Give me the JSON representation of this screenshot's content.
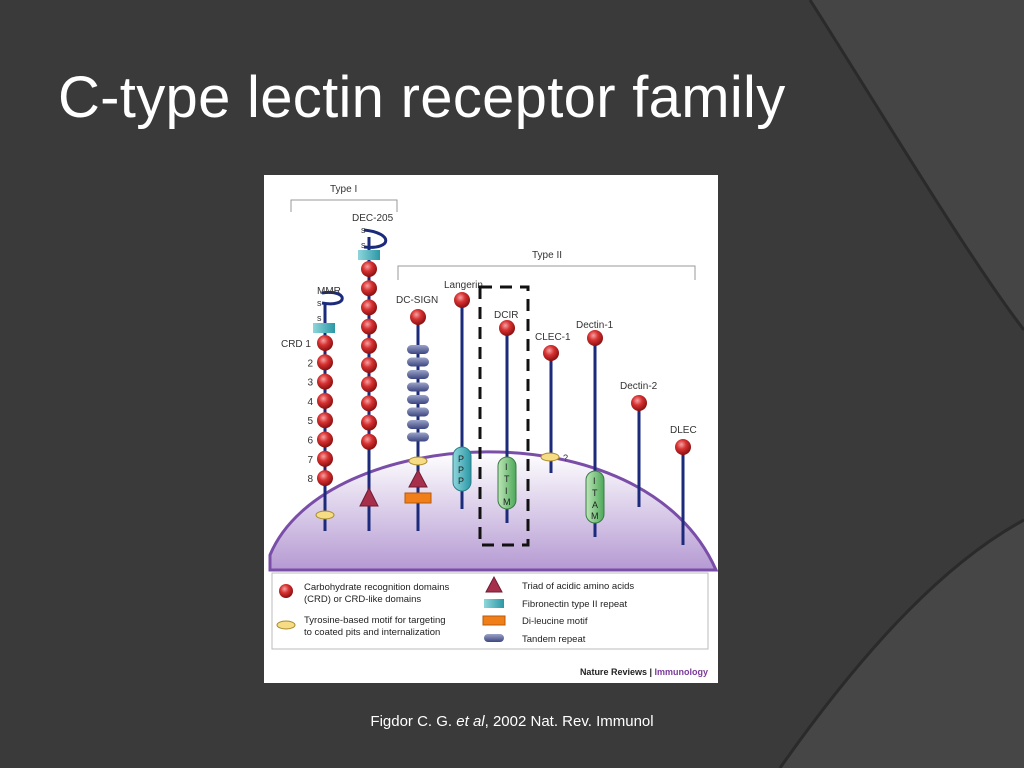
{
  "slide": {
    "title": "C-type lectin receptor family",
    "caption": {
      "author": "Figdor C. G. ",
      "etal": "et al",
      "rest": ", 2002 Nat. Rev. Immunol"
    }
  },
  "figure": {
    "group_labels": {
      "type1": "Type I",
      "type2": "Type II"
    },
    "receptors": {
      "dec205": "DEC-205",
      "mmr": "MMR",
      "dcsign": "DC-SIGN",
      "langerin": "Langerin",
      "dcir": "DCIR",
      "clec1": "CLEC-1",
      "dectin1": "Dectin-1",
      "dectin2": "Dectin-2",
      "dlec": "DLEC"
    },
    "crd_labels": [
      "CRD 1",
      "2",
      "3",
      "4",
      "5",
      "6",
      "7",
      "8"
    ],
    "ss": "s",
    "motifs": {
      "ppp": [
        "P",
        "P",
        "P"
      ],
      "itim": [
        "I",
        "T",
        "I",
        "M"
      ],
      "itam": [
        "I",
        "T",
        "A",
        "M"
      ],
      "question": "?"
    },
    "legend": {
      "crd": [
        "Carbohydrate recognition domains",
        "(CRD) or CRD-like domains"
      ],
      "tyrosine": [
        "Tyrosine-based motif for targeting",
        "to coated pits and internalization"
      ],
      "triad": "Triad of acidic amino acids",
      "fibronectin": "Fibronectin type II repeat",
      "dileucine": "Di-leucine motif",
      "tandem": "Tandem repeat"
    },
    "credit": {
      "journal": "Nature Reviews",
      "separator": " | ",
      "section": "Immunology"
    }
  }
}
